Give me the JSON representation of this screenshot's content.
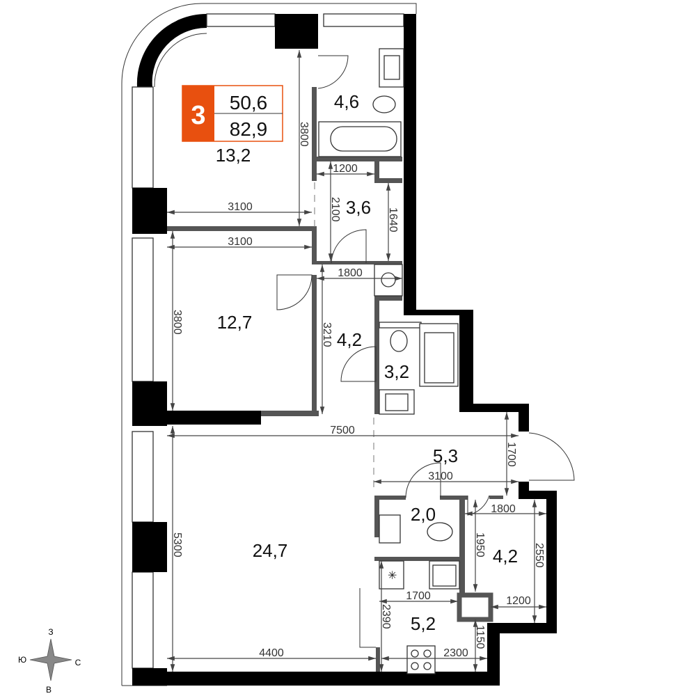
{
  "badge": {
    "rooms": "3",
    "living_area": "50,6",
    "total_area": "82,9",
    "accent_color": "#e8500f"
  },
  "rooms": [
    {
      "id": "room-1",
      "area": "13,2"
    },
    {
      "id": "bathroom-1",
      "area": "4,6"
    },
    {
      "id": "hall-1",
      "area": "3,6"
    },
    {
      "id": "room-2",
      "area": "12,7"
    },
    {
      "id": "corridor",
      "area": "4,2"
    },
    {
      "id": "bathroom-2",
      "area": "3,2"
    },
    {
      "id": "hallway",
      "area": "5,3"
    },
    {
      "id": "wc",
      "area": "2,0"
    },
    {
      "id": "storage",
      "area": "4,2"
    },
    {
      "id": "living-kitchen",
      "area": "24,7"
    },
    {
      "id": "kitchen",
      "area": "5,2"
    }
  ],
  "dimensions": {
    "d3800a": "3800",
    "d3100a": "3100",
    "d3100b": "3100",
    "d1200a": "1200",
    "d2100": "2100",
    "d1640": "1640",
    "d1800a": "1800",
    "d3800b": "3800",
    "d3210": "3210",
    "d7500": "7500",
    "d1700a": "1700",
    "d3100c": "3100",
    "d1800b": "1800",
    "d1950": "1950",
    "d2550": "2550",
    "d5300": "5300",
    "d1700b": "1700",
    "d1200b": "1200",
    "d2390": "2390",
    "d1150": "1150",
    "d4400": "4400",
    "d2300": "2300"
  },
  "compass": {
    "north": "З",
    "west": "Ю",
    "east": "С",
    "south": "В"
  }
}
